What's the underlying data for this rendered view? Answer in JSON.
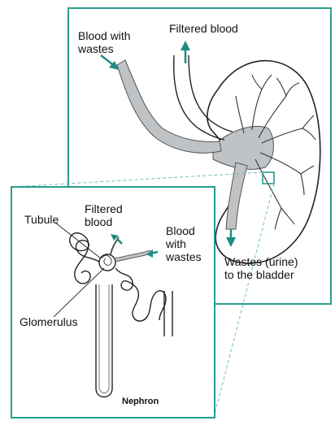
{
  "colors": {
    "frame": "#2a9d8f",
    "arrow": "#1e8c82",
    "leader": "#6fc0b5",
    "vessel_fill": "#bfc3c6",
    "vessel_dark": "#8d9296",
    "ink": "#222222"
  },
  "kidney_panel": {
    "blood_in_label": "Blood with\nwastes",
    "blood_out_label": "Filtered blood",
    "ureter_label": "Wastes (urine)\nto the bladder"
  },
  "nephron_panel": {
    "tubule_label": "Tubule",
    "filtered_label": "Filtered\nblood",
    "blood_in_label": "Blood\nwith\nwastes",
    "glomerulus_label": "Glomerulus",
    "caption": "Nephron"
  }
}
